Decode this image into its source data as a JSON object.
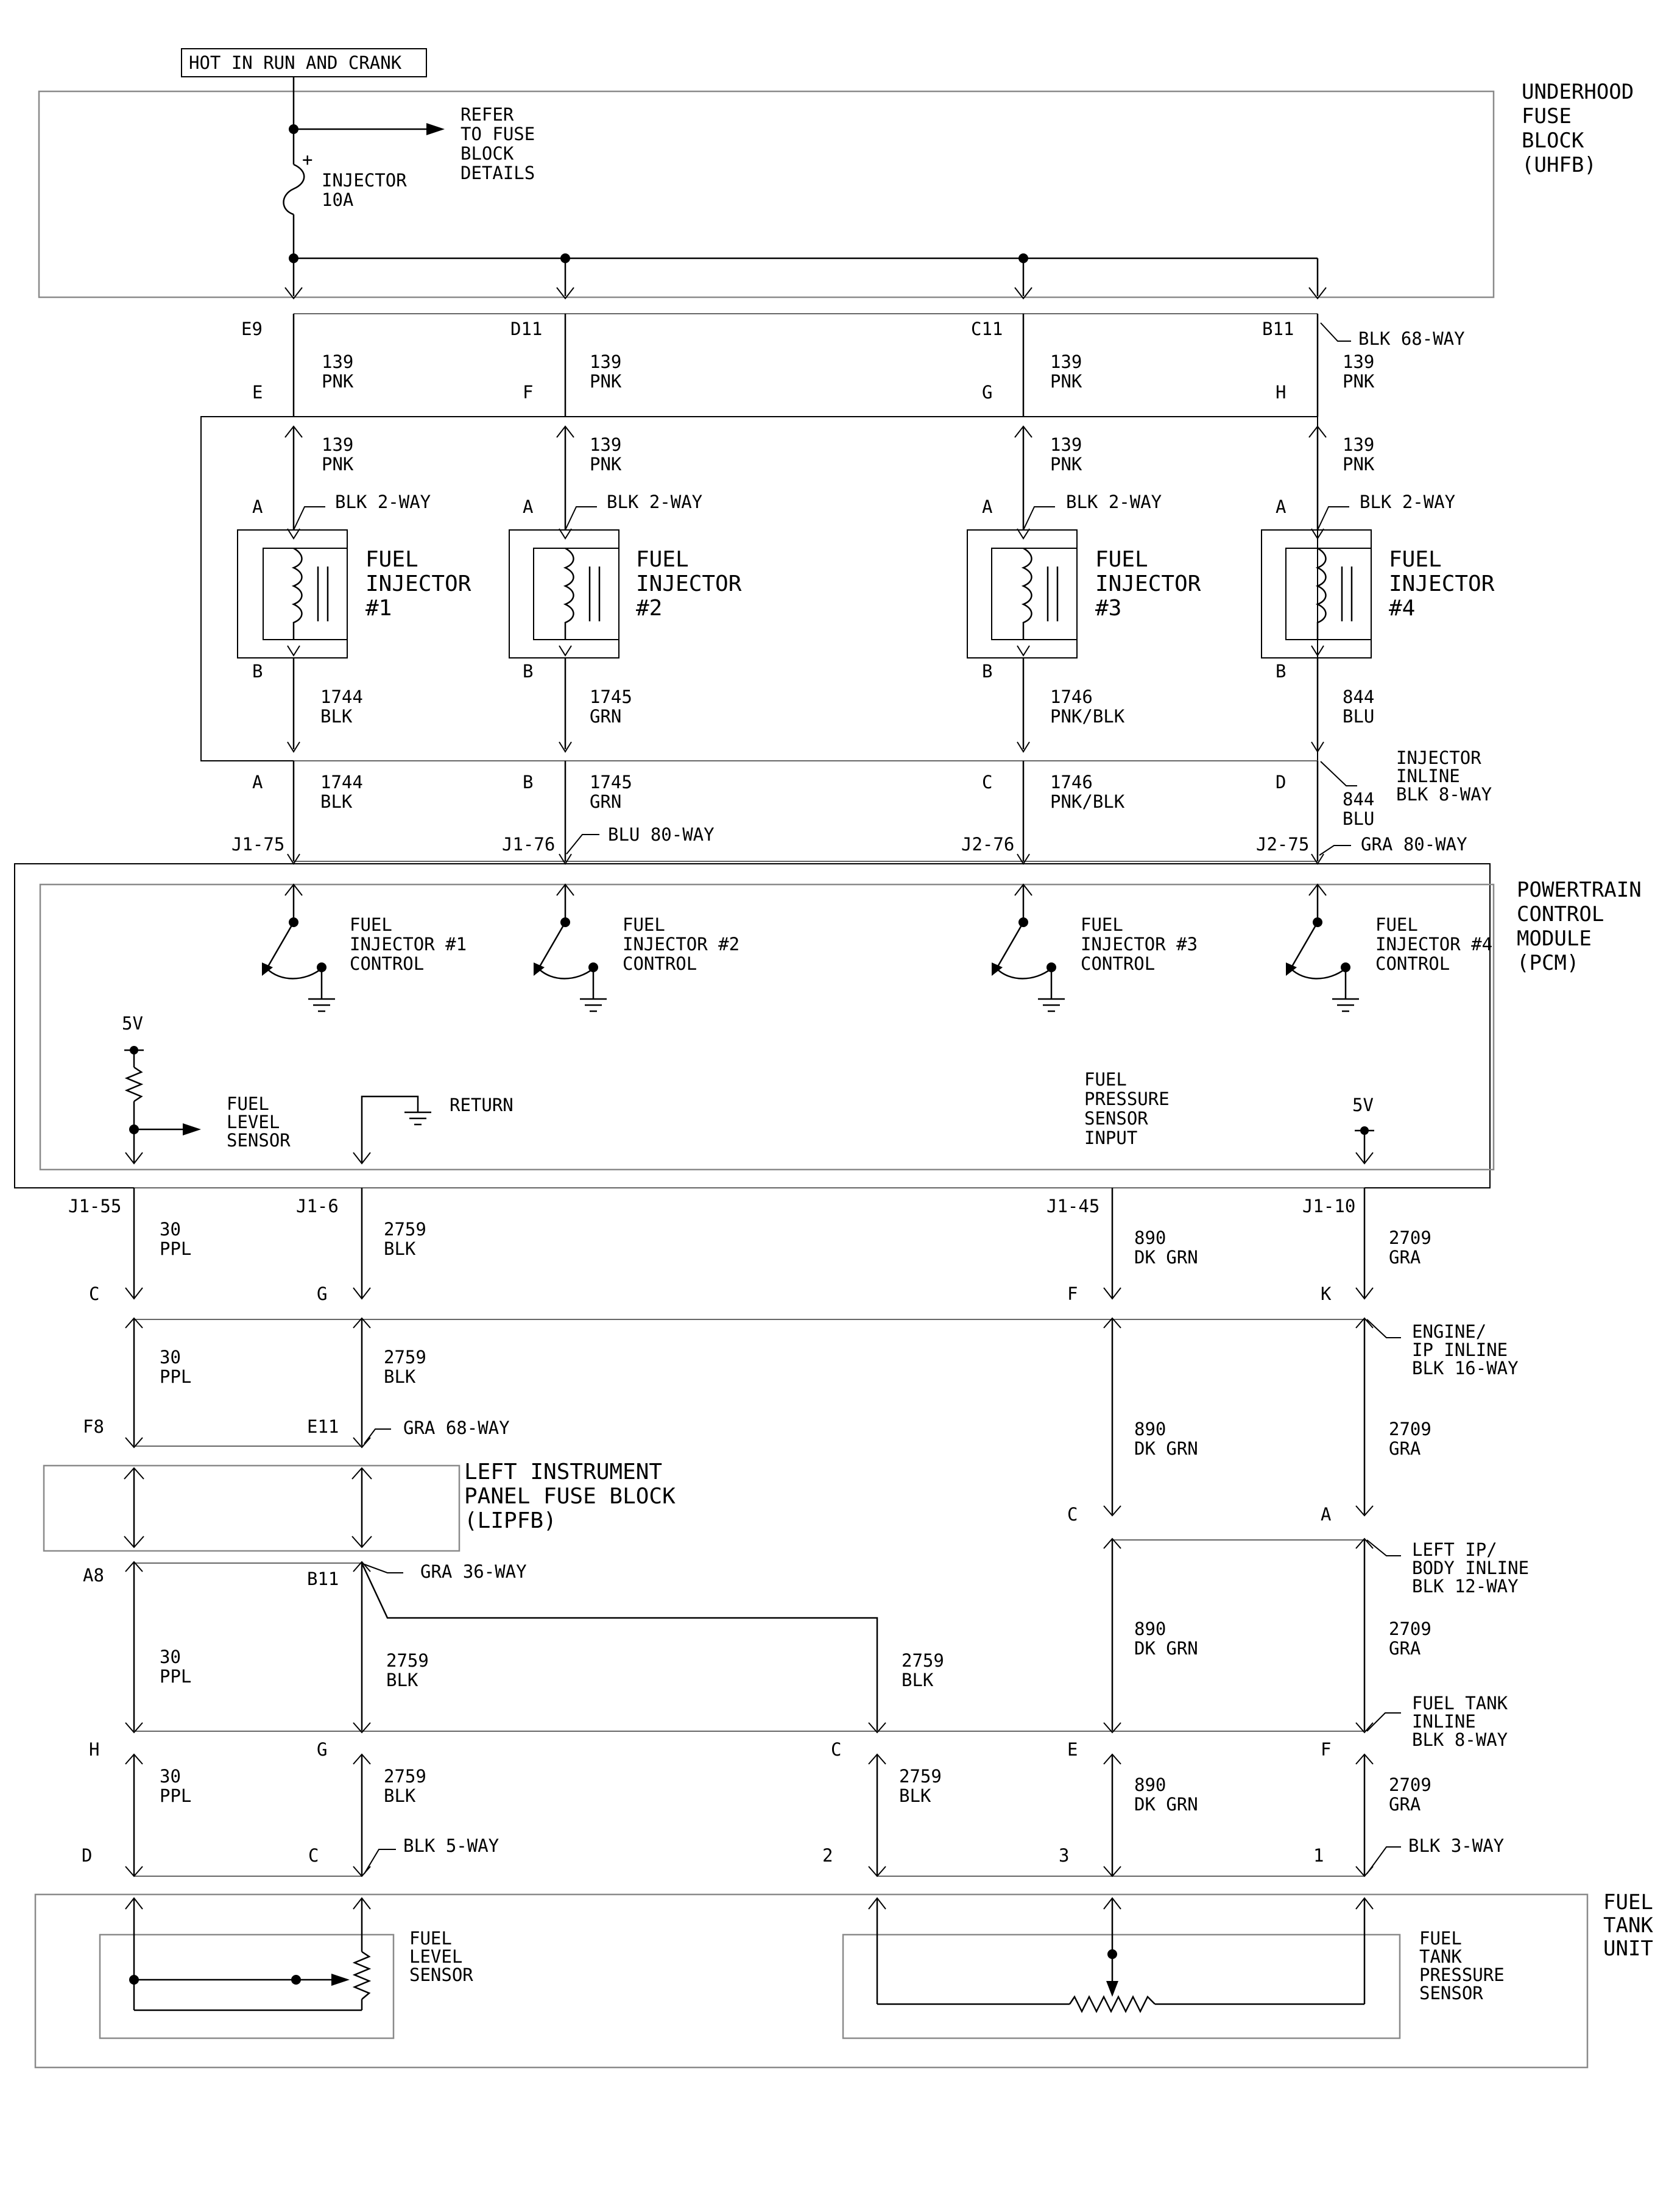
{
  "power": {
    "hot_label": "HOT IN RUN AND CRANK"
  },
  "uhfb": {
    "name_lines": [
      "UNDERHOOD",
      "FUSE",
      "BLOCK",
      "(UHFB)"
    ],
    "fuse_lines": [
      "INJECTOR",
      "10A"
    ],
    "refer_lines": [
      "REFER",
      "TO FUSE",
      "BLOCK",
      "DETAILS"
    ]
  },
  "c1": {
    "pins": [
      "E9",
      "D11",
      "C11",
      "B11"
    ],
    "connector": "BLK 68-WAY"
  },
  "c2": {
    "pins": [
      "E",
      "F",
      "G",
      "H"
    ]
  },
  "wire139": {
    "circuit": "139",
    "color": "PNK"
  },
  "injectors": [
    {
      "name_lines": [
        "FUEL",
        "INJECTOR",
        "#1"
      ],
      "connector": "BLK 2-WAY",
      "pin_a": "A",
      "pin_b": "B",
      "circuit": "1744",
      "color": "BLK"
    },
    {
      "name_lines": [
        "FUEL",
        "INJECTOR",
        "#2"
      ],
      "connector": "BLK 2-WAY",
      "pin_a": "A",
      "pin_b": "B",
      "circuit": "1745",
      "color": "GRN"
    },
    {
      "name_lines": [
        "FUEL",
        "INJECTOR",
        "#3"
      ],
      "connector": "BLK 2-WAY",
      "pin_a": "A",
      "pin_b": "B",
      "circuit": "1746",
      "color": "PNK/BLK"
    },
    {
      "name_lines": [
        "FUEL",
        "INJECTOR",
        "#4"
      ],
      "connector": "BLK 2-WAY",
      "pin_a": "A",
      "pin_b": "B",
      "circuit": "844",
      "color": "BLU"
    }
  ],
  "inline8": {
    "pins": [
      "A",
      "B",
      "C",
      "D"
    ],
    "name_lines": [
      "INJECTOR",
      "INLINE",
      "BLK 8-WAY"
    ]
  },
  "pcm_pins": {
    "pins": [
      "J1-75",
      "J1-76",
      "J2-76",
      "J2-75"
    ],
    "blu": "BLU 80-WAY",
    "gra": "GRA 80-WAY"
  },
  "pcm": {
    "name_lines": [
      "POWERTRAIN",
      "CONTROL",
      "MODULE",
      "(PCM)"
    ],
    "controls": [
      [
        "FUEL",
        "INJECTOR #1",
        "CONTROL"
      ],
      [
        "FUEL",
        "INJECTOR #2",
        "CONTROL"
      ],
      [
        "FUEL",
        "INJECTOR #3",
        "CONTROL"
      ],
      [
        "FUEL",
        "INJECTOR #4",
        "CONTROL"
      ]
    ],
    "v5_left": "5V",
    "fuel_level_lines": [
      "FUEL",
      "LEVEL",
      "SENSOR"
    ],
    "return_label": "RETURN",
    "pressure_lines": [
      "FUEL",
      "PRESSURE",
      "SENSOR",
      "INPUT"
    ],
    "v5_right": "5V"
  },
  "pcm_lower_pins": [
    "J1-55",
    "J1-6",
    "J1-45",
    "J1-10"
  ],
  "wires": {
    "w30": {
      "circuit": "30",
      "color": "PPL"
    },
    "w2759": {
      "circuit": "2759",
      "color": "BLK"
    },
    "w890": {
      "circuit": "890",
      "color": "DK GRN"
    },
    "w2709": {
      "circuit": "2709",
      "color": "GRA"
    }
  },
  "eng_ip": {
    "pins": [
      "C",
      "G",
      "F",
      "K"
    ],
    "name_lines": [
      "ENGINE/",
      "IP INLINE",
      "BLK 16-WAY"
    ]
  },
  "lipfb": {
    "pins_top": [
      "F8",
      "E11"
    ],
    "gra68": "GRA 68-WAY",
    "name_lines": [
      "LEFT INSTRUMENT",
      "PANEL FUSE BLOCK",
      "(LIPFB)"
    ],
    "pins_bottom": [
      "A8",
      "B11"
    ],
    "gra36": "GRA 36-WAY"
  },
  "left_ip": {
    "pins": [
      "C",
      "A"
    ],
    "name_lines": [
      "LEFT IP/",
      "BODY INLINE",
      "BLK 12-WAY"
    ]
  },
  "tank_inline": {
    "pins": [
      "H",
      "G",
      "C",
      "E",
      "F"
    ],
    "name_lines": [
      "FUEL TANK",
      "INLINE",
      "BLK 8-WAY"
    ]
  },
  "blk5": {
    "pins": [
      "D",
      "C"
    ],
    "connector": "BLK 5-WAY"
  },
  "blk3": {
    "pins": [
      "2",
      "3",
      "1"
    ],
    "connector": "BLK 3-WAY"
  },
  "tank": {
    "name_lines": [
      "FUEL",
      "TANK",
      "UNIT"
    ],
    "level_lines": [
      "FUEL",
      "LEVEL",
      "SENSOR"
    ],
    "pressure_lines": [
      "FUEL",
      "TANK",
      "PRESSURE",
      "SENSOR"
    ]
  }
}
